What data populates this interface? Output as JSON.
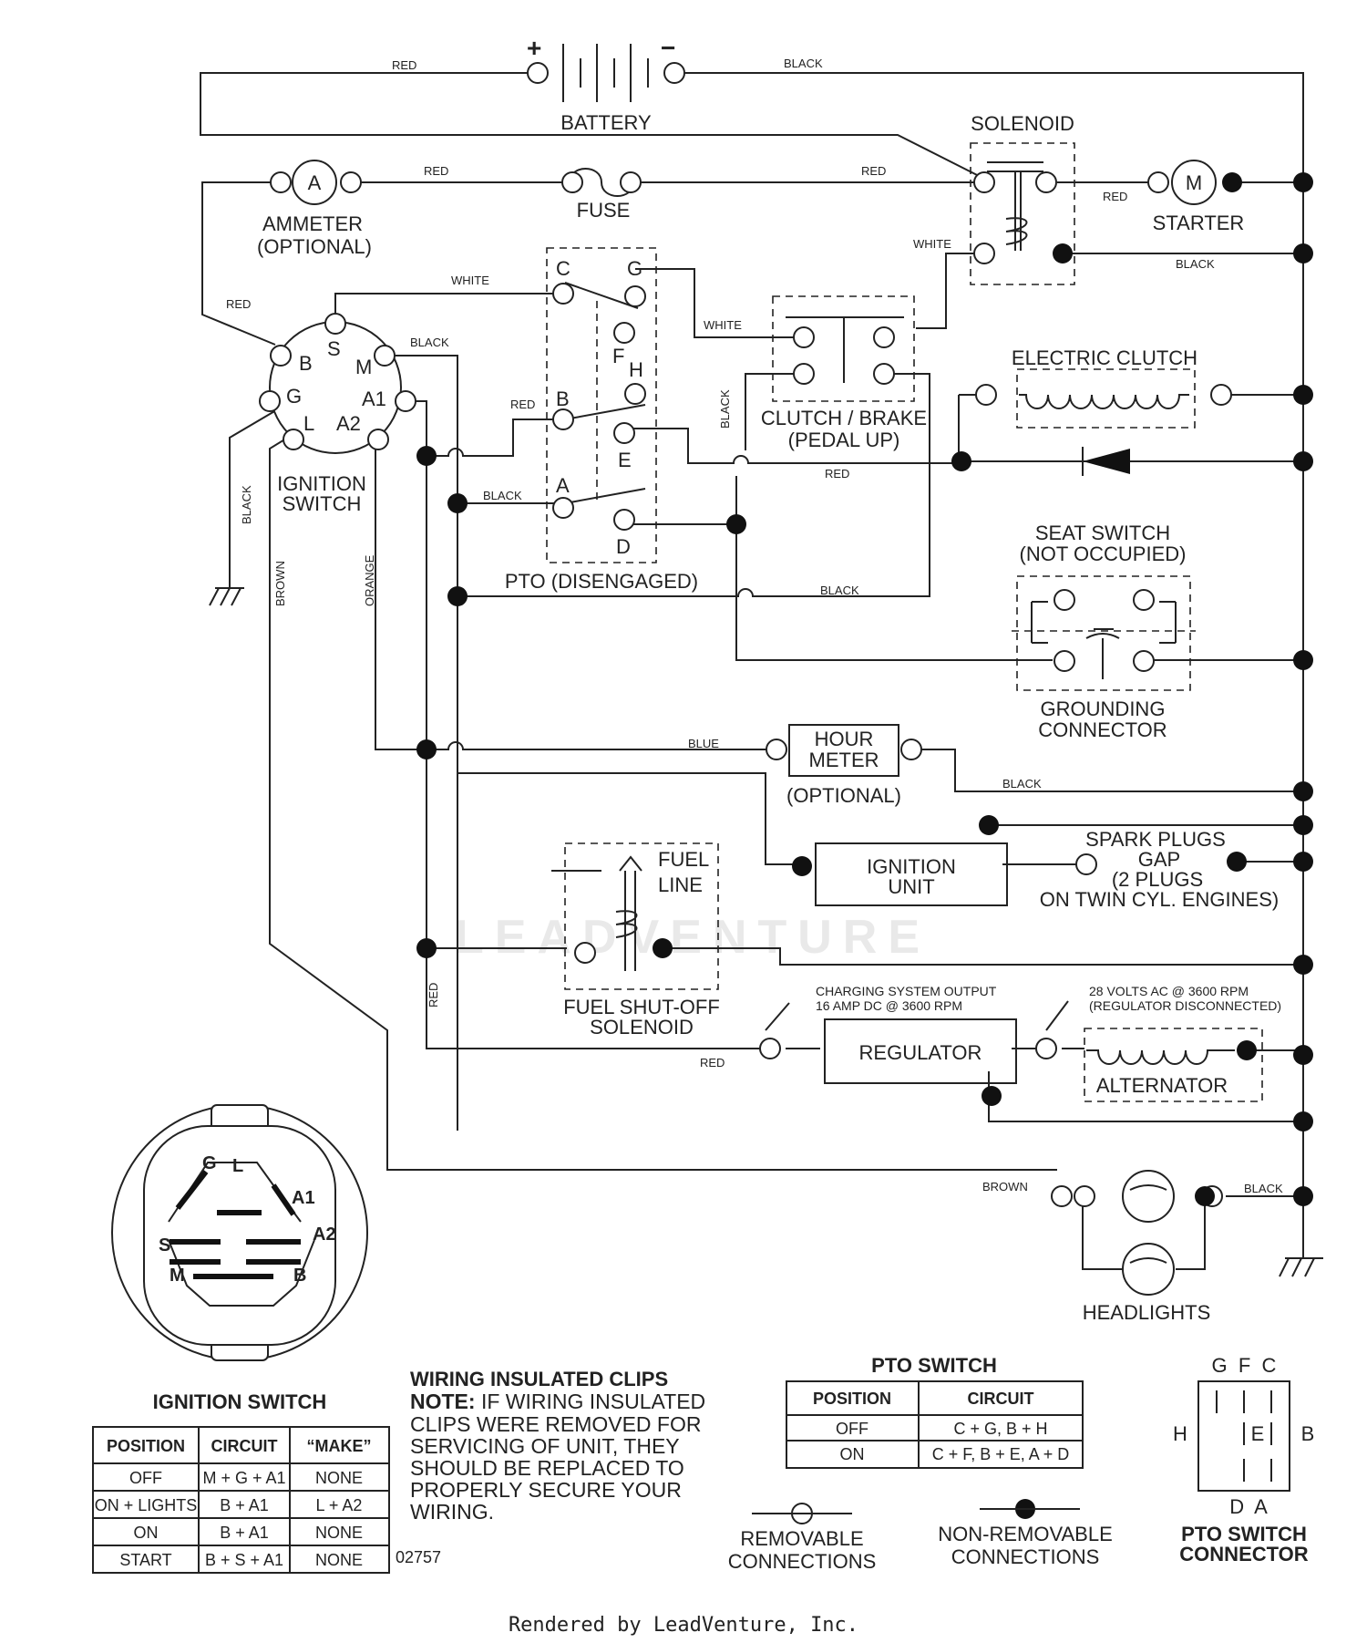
{
  "components": {
    "battery": "BATTERY",
    "battery_pos": "+",
    "battery_neg": "−",
    "solenoid": "SOLENOID",
    "ammeter": "AMMETER",
    "ammeter_optional": "(OPTIONAL)",
    "ammeter_symbol": "A",
    "fuse": "FUSE",
    "starter": "STARTER",
    "starter_symbol": "M",
    "electric_clutch": "ELECTRIC CLUTCH",
    "clutch_brake": "CLUTCH / BRAKE",
    "pedal_up": "(PEDAL UP)",
    "ignition_switch": "IGNITION",
    "ignition_switch2": "SWITCH",
    "pto_disengaged": "PTO (DISENGAGED)",
    "seat_switch": "SEAT SWITCH",
    "not_occupied": "(NOT OCCUPIED)",
    "grounding": "GROUNDING",
    "connector": "CONNECTOR",
    "hour": "HOUR",
    "meter": "METER",
    "hour_optional": "(OPTIONAL)",
    "ignition_unit1": "IGNITION",
    "ignition_unit2": "UNIT",
    "spark1": "SPARK PLUGS",
    "spark2": "GAP",
    "spark3": "(2 PLUGS",
    "spark4": "ON TWIN CYL. ENGINES)",
    "fuel": "FUEL",
    "line": "LINE",
    "fuel_sol1": "FUEL SHUT-OFF",
    "fuel_sol2": "SOLENOID",
    "charging1": "CHARGING SYSTEM OUTPUT",
    "charging2": "16 AMP DC @ 3600 RPM",
    "regulator": "REGULATOR",
    "volts1": "28 VOLTS AC @ 3600 RPM",
    "volts2": "(REGULATOR DISCONNECTED)",
    "alternator": "ALTERNATOR",
    "headlights": "HEADLIGHTS"
  },
  "terminals": {
    "ign": [
      "B",
      "S",
      "M",
      "G",
      "A1",
      "L",
      "A2"
    ],
    "pto": [
      "C",
      "G",
      "F",
      "H",
      "B",
      "E",
      "A",
      "D"
    ]
  },
  "wires": {
    "red": "RED",
    "black": "BLACK",
    "white": "WHITE",
    "blue": "BLUE",
    "brown": "BROWN",
    "orange": "ORANGE"
  },
  "ignition_table": {
    "title": "IGNITION SWITCH",
    "headers": [
      "POSITION",
      "CIRCUIT",
      "“MAKE”"
    ],
    "rows": [
      [
        "OFF",
        "M + G + A1",
        "NONE"
      ],
      [
        "ON + LIGHTS",
        "B + A1",
        "L + A2"
      ],
      [
        "ON",
        "B + A1",
        "NONE"
      ],
      [
        "START",
        "B + S + A1",
        "NONE"
      ]
    ]
  },
  "pto_table": {
    "title": "PTO SWITCH",
    "headers": [
      "POSITION",
      "CIRCUIT"
    ],
    "rows": [
      [
        "OFF",
        "C + G, B + H"
      ],
      [
        "ON",
        "C + F, B + E, A + D"
      ]
    ]
  },
  "note": {
    "title": "WIRING INSULATED CLIPS",
    "lead": "NOTE:",
    "lines": [
      " IF WIRING INSULATED",
      "CLIPS WERE REMOVED FOR",
      "SERVICING OF UNIT, THEY",
      "SHOULD BE REPLACED TO",
      "PROPERLY SECURE YOUR",
      "WIRING."
    ]
  },
  "part_number": "02757",
  "legend": {
    "removable1": "REMOVABLE",
    "removable2": "CONNECTIONS",
    "nonremovable1": "NON-REMOVABLE",
    "nonremovable2": "CONNECTIONS"
  },
  "pto_connector": {
    "top_labels": "G  F  C",
    "left": "H",
    "right": "B",
    "center": "E",
    "bottom": "D  A",
    "title1": "PTO SWITCH",
    "title2": "CONNECTOR"
  },
  "ign_face": [
    "G",
    "L",
    "A1",
    "A2",
    "S",
    "M",
    "B"
  ],
  "watermark": "LEADVENTURE",
  "footer": "Rendered by LeadVenture, Inc."
}
